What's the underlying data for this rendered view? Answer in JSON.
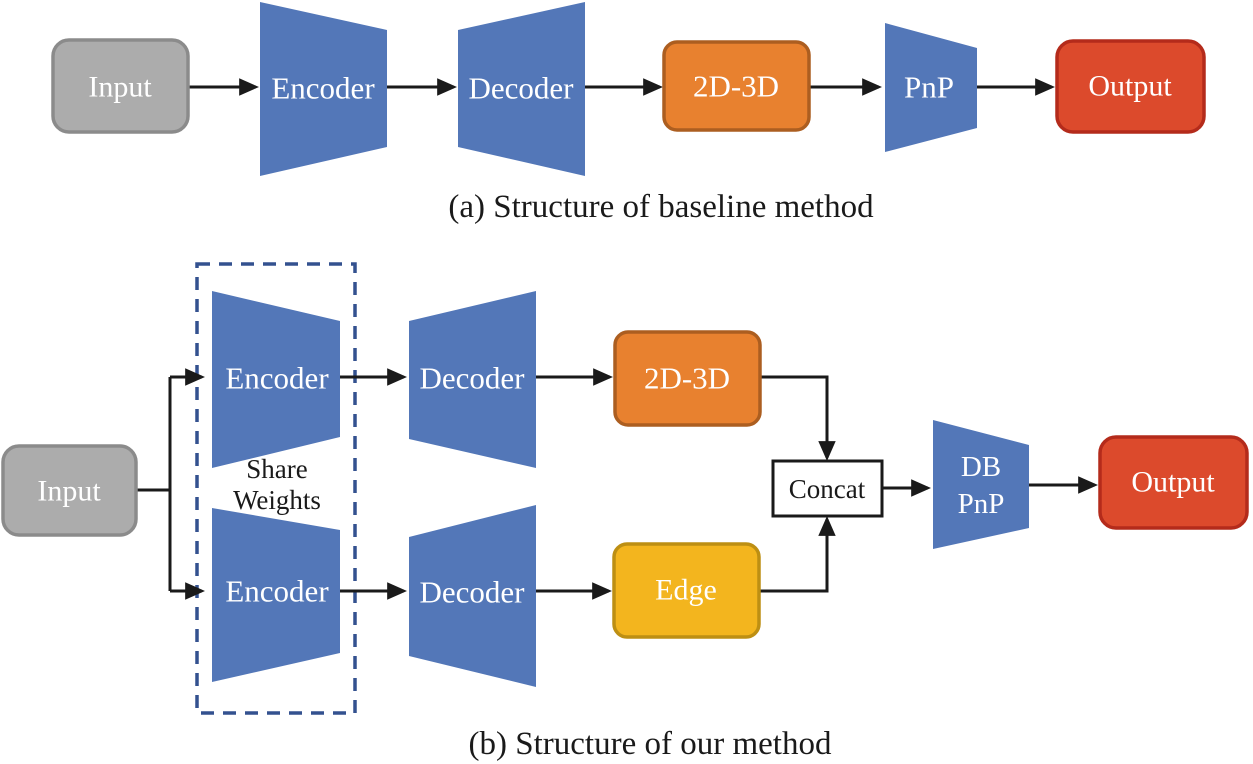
{
  "a": {
    "caption": "(a) Structure of baseline method",
    "input": "Input",
    "encoder": "Encoder",
    "decoder": "Decoder",
    "lifting_2d3d": "2D-3D",
    "pnp": "PnP",
    "output": "Output"
  },
  "b": {
    "caption": "(b) Structure of our method",
    "input": "Input",
    "encoder_top": "Encoder",
    "encoder_bottom": "Encoder",
    "share_weights_line1": "Share",
    "share_weights_line2": "Weights",
    "decoder_top": "Decoder",
    "decoder_bottom": "Decoder",
    "lifting_2d3d": "2D-3D",
    "edge": "Edge",
    "concat": "Concat",
    "db_pnp_line1": "DB",
    "db_pnp_line2": "PnP",
    "output": "Output"
  },
  "colors": {
    "trapezoid_blue": "#5377B8",
    "dashed_border_blue": "#33518F",
    "input_gray_fill": "#ACACAC",
    "input_gray_stroke": "#8B8B8B",
    "lifting_orange_fill": "#E8812F",
    "lifting_orange_stroke": "#AC5E20",
    "edge_gold_fill": "#F3B51E",
    "edge_gold_stroke": "#BD8F13",
    "output_red_fill": "#DC4A2C",
    "output_red_stroke": "#B42B1B",
    "concat_fill": "#FFFFFF",
    "line_black": "#1A1A1A",
    "label_white": "#FFFFFF",
    "text_black": "#1A1A1A"
  }
}
